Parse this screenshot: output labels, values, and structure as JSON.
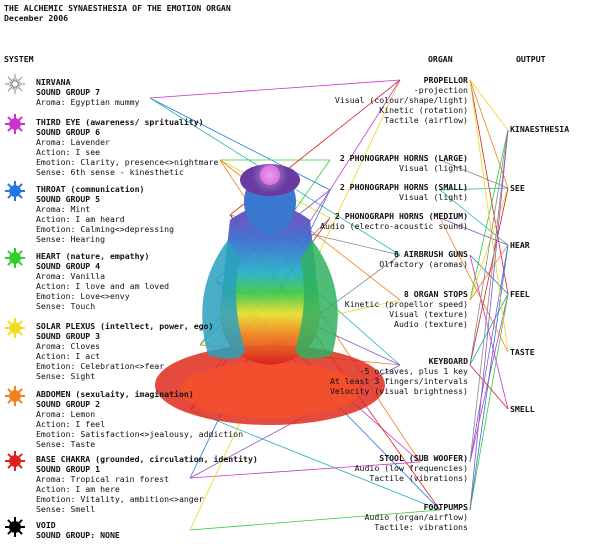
{
  "title": [
    "THE ALCHEMIC SYNAESTHESIA OF THE EMOTION ORGAN",
    "December 2006"
  ],
  "headers": {
    "system": "SYSTEM",
    "organ": "ORGAN",
    "output": "OUTPUT"
  },
  "systems": [
    {
      "color": "#ffffff",
      "lines": [
        "NIRVANA",
        "SOUND GROUP 7",
        "Aroma: Egyptian mummy"
      ]
    },
    {
      "color": "#cc33cc",
      "lines": [
        "THIRD EYE (awareness/ sprituality)",
        "SOUND GROUP 6",
        "Aroma: Lavender",
        "Action: I see",
        "Emotion: Clarity, presence<>nightmare",
        "Sense: 6th sense - kinesthetic"
      ]
    },
    {
      "color": "#2277dd",
      "lines": [
        "THROAT (communication)",
        "SOUND GROUP 5",
        "Aroma: Mint",
        "Action: I am heard",
        "Emotion: Calming<>depressing",
        "Sense: Hearing"
      ]
    },
    {
      "color": "#33cc33",
      "lines": [
        "HEART (nature, empathy)",
        "SOUND GROUP 4",
        "Aroma: Vanilla",
        "Action: I love and am loved",
        "Emotion: Love<>envy",
        "Sense: Touch"
      ]
    },
    {
      "color": "#f0e020",
      "lines": [
        "SOLAR PLEXUS (intellect, power, ego)",
        "SOUND GROUP 3",
        "Aroma: Cloves",
        "Action: I act",
        "Emotion: Celebration<>fear",
        "Sense: Sight"
      ]
    },
    {
      "color": "#f08020",
      "lines": [
        "ABDOMEN (sexulaity, imagination)",
        "SOUND GROUP 2",
        "Aroma: Lemon",
        "Action: I feel",
        "Emotion: Satisfaction<>jealousy, addiction",
        "Sense: Taste"
      ]
    },
    {
      "color": "#dd2020",
      "lines": [
        "BASE CHAKRA (grounded, circulation, identity)",
        "SOUND GROUP 1",
        "Aroma: Tropical rain forest",
        "Action: I am here",
        "Emotion: Vitality, ambition<>anger",
        "Sense: Smell"
      ]
    },
    {
      "color": "#000000",
      "lines": [
        "VOID",
        "SOUND GROUP: NONE"
      ]
    }
  ],
  "organs": [
    {
      "lines": [
        "PROPELLOR",
        "-projection",
        "Visual (colour/shape/light)",
        "Kinetic (rotation)",
        "Tactile (airflow)"
      ]
    },
    {
      "lines": [
        "2 PHONOGRAPH HORNS (LARGE)",
        "Visual (light)"
      ]
    },
    {
      "lines": [
        "2 PHONOGRAPH HORNS (SMALL)",
        "Visual (light)"
      ]
    },
    {
      "lines": [
        "2 PHONOGRAPH HORNS (MEDIUM)",
        "Audio (electro-acoustic sound)"
      ]
    },
    {
      "lines": [
        "8 AIRBRUSH GUNS",
        "Olfactory (aromas)"
      ]
    },
    {
      "lines": [
        "8 ORGAN STOPS",
        "Kinetic (propellor speed)",
        "Visual (texture)",
        "Audio (texture)"
      ]
    },
    {
      "lines": [
        "KEYBOARD",
        "-5 octaves, plus 1 key",
        "At least 3 fingers/intervals",
        "Velocity (visual brightness)"
      ]
    },
    {
      "lines": [
        "STOOL (SUB WOOFER)",
        "Audio (low frequencies)",
        "Tactile (vibrations)"
      ]
    },
    {
      "lines": [
        "FOOTPUMPS",
        "Audio (organ/airflow)",
        "Tactile: vibrations"
      ]
    }
  ],
  "outputs": [
    "KINAESTHESIA",
    "SEE",
    "HEAR",
    "FEEL",
    "TASTE",
    "SMELL"
  ]
}
